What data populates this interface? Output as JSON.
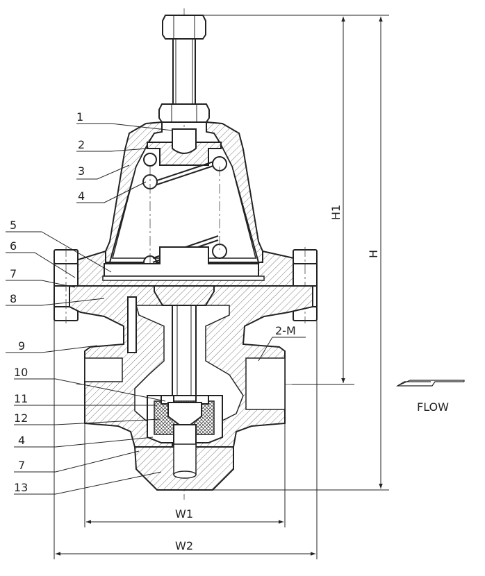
{
  "labels": {
    "l1": "1",
    "l2": "2",
    "l3": "3",
    "l4a": "4",
    "l5": "5",
    "l6": "6",
    "l7a": "7",
    "l8": "8",
    "l9": "9",
    "l10": "10",
    "l11": "11",
    "l12": "12",
    "l4b": "4",
    "l7b": "7",
    "l13": "13"
  },
  "dimensions": {
    "h1": "H1",
    "h": "H",
    "w1": "W1",
    "w2": "W2",
    "thread": "2-M"
  },
  "flow": {
    "label": "FLOW"
  }
}
